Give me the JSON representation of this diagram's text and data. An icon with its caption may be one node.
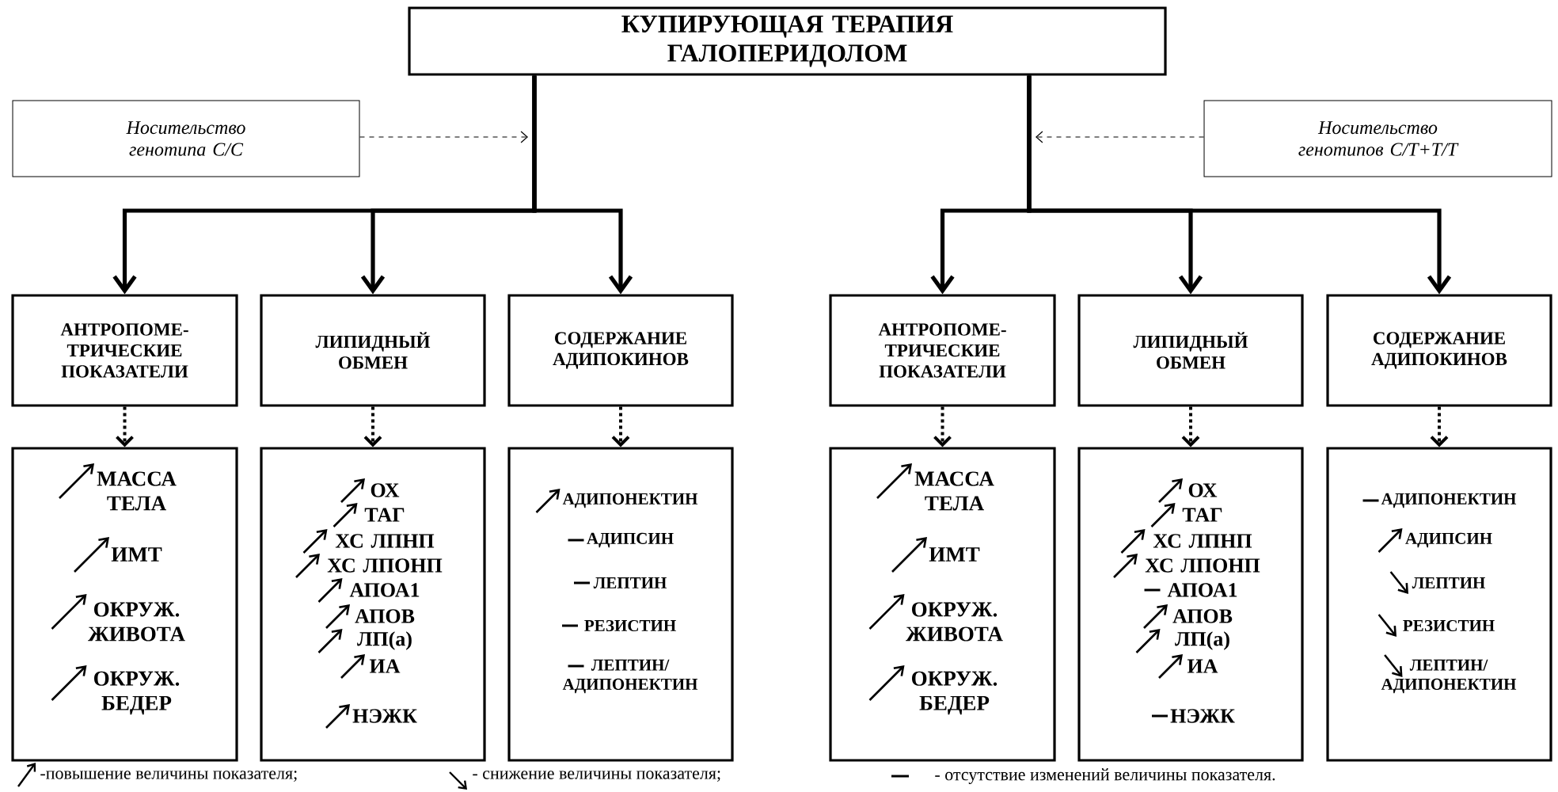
{
  "diagram": {
    "nodes": [
      {
        "text": [
          "КУПИРУЮЩАЯ ТЕРАПИЯ ГАЛОПЕРИДОЛОМ"
        ]
      },
      {
        "text": [
          "Носительство генотипа С/С"
        ]
      },
      {
        "text": [
          "Носительство генотипов С/Т+Т/Т"
        ]
      },
      {
        "text": [
          "АНТРОПОМЕ- ТРИЧЕСКИЕ ПОКАЗАТЕЛИ"
        ]
      },
      {
        "text": [
          "ЛИПИДНЫЙ ОБМЕН"
        ]
      },
      {
        "text": [
          "СОДЕРЖАНИЕ АДИПОКИНОВ"
        ]
      },
      {
        "text": [
          "АНТРОПОМЕ- ТРИЧЕСКИЕ ПОКАЗАТЕЛИ"
        ]
      },
      {
        "text": [
          "ЛИПИДНЫЙ ОБМЕН"
        ]
      },
      {
        "text": [
          "СОДЕРЖАНИЕ АДИПОКИНОВ"
        ]
      },
      {
        "text": [
          "МАССА ТЕЛА",
          "ИМТ",
          "ОКРУЖ. ЖИВОТА",
          "ОКРУЖ. БЕДЕР"
        ]
      },
      {
        "text": [
          "ОХ",
          "ТАГ",
          "ХС ЛПНП",
          "ХС ЛПОНП",
          "АПОА1",
          "АПОВ",
          "ЛП(а)",
          "ИА",
          "НЭЖК"
        ]
      },
      {
        "text": [
          "АДИПОНЕКТИН",
          "АДИПСИН",
          "ЛЕПТИН",
          "РЕЗИСТИН",
          "ЛЕПТИН/ АДИПОНЕКТИН"
        ]
      },
      {
        "text": [
          "МАССА ТЕЛА",
          "ИМТ",
          "ОКРУЖ. ЖИВОТА",
          "ОКРУЖ. БЕДЕР"
        ]
      },
      {
        "text": [
          "ОХ",
          "ТАГ",
          "ХС ЛПНП",
          "ХС ЛПОНП",
          "АПОА1",
          "АПОВ",
          "ЛП(а)",
          "ИА",
          "НЭЖК"
        ]
      },
      {
        "text": [
          "АДИПОНЕКТИН",
          "АДИПСИН",
          "ЛЕПТИН",
          "РЕЗИСТИН",
          "ЛЕПТИН/ АДИПОНЕКТИН"
        ]
      }
    ],
    "edges": [
      {
        "from": 0,
        "to": 3,
        "arrow": "to"
      },
      {
        "from": 0,
        "to": 4,
        "arrow": "to"
      },
      {
        "from": 0,
        "to": 5,
        "arrow": "to"
      },
      {
        "from": 0,
        "to": 6,
        "arrow": "to"
      },
      {
        "from": 0,
        "to": 7,
        "arrow": "to"
      },
      {
        "from": 0,
        "to": 8,
        "arrow": "to"
      },
      {
        "from": 1,
        "to": null,
        "arrow": "to",
        "style": "dashed"
      },
      {
        "from": 2,
        "to": null,
        "arrow": "to",
        "style": "dashed"
      },
      {
        "from": 3,
        "to": 9,
        "arrow": "to",
        "style": "dashed"
      },
      {
        "from": 4,
        "to": 10,
        "arrow": "to",
        "style": "dashed"
      },
      {
        "from": 5,
        "to": 11,
        "arrow": "to",
        "style": "dashed"
      },
      {
        "from": 6,
        "to": 12,
        "arrow": "to",
        "style": "dashed"
      },
      {
        "from": 7,
        "to": 13,
        "arrow": "to",
        "style": "dashed"
      },
      {
        "from": 8,
        "to": 14,
        "arrow": "to",
        "style": "dashed"
      }
    ],
    "legend": [
      {
        "text": "-повышение величины показателя;"
      },
      {
        "text": "- снижение величины показателя;"
      },
      {
        "text": "- отсутствие изменений величины показателя."
      }
    ]
  }
}
